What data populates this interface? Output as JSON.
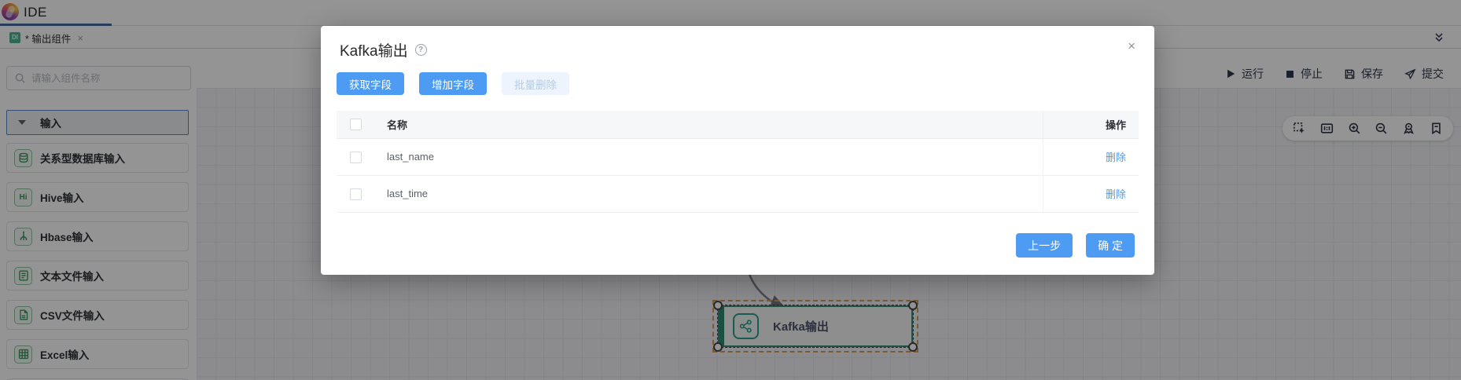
{
  "app": {
    "title": "IDE"
  },
  "tabs": {
    "active": {
      "badge": "DI",
      "label": "* 输出组件",
      "close_icon": "×"
    }
  },
  "run_toolbar": {
    "run": "运行",
    "stop": "停止",
    "save": "保存",
    "submit": "提交"
  },
  "sidebar": {
    "search": {
      "placeholder": "请输入组件名称"
    },
    "section": {
      "label": "输入"
    },
    "items": [
      {
        "label": "关系型数据库输入",
        "icon": "database-icon"
      },
      {
        "label": "Hive输入",
        "icon": "hive-icon",
        "icon_text": "Hi"
      },
      {
        "label": "Hbase输入",
        "icon": "hbase-icon"
      },
      {
        "label": "文本文件输入",
        "icon": "text-file-icon"
      },
      {
        "label": "CSV文件输入",
        "icon": "csv-file-icon"
      },
      {
        "label": "Excel输入",
        "icon": "excel-icon"
      }
    ]
  },
  "canvas": {
    "node": {
      "label": "Kafka输出"
    },
    "tools": [
      "marquee-select-icon",
      "actual-size-icon",
      "zoom-in-icon",
      "zoom-out-icon",
      "locate-icon",
      "bookmark-icon"
    ]
  },
  "modal": {
    "title": "Kafka输出",
    "help_icon": "?",
    "close_icon": "×",
    "actions": {
      "fetch_fields": "获取字段",
      "add_field": "增加字段",
      "batch_delete": "批量删除"
    },
    "table": {
      "name_header": "名称",
      "action_header": "操作",
      "rows": [
        {
          "name": "last_name",
          "action": "删除"
        },
        {
          "name": "last_time",
          "action": "删除"
        }
      ]
    },
    "footer": {
      "prev": "上一步",
      "confirm": "确 定"
    }
  },
  "colors": {
    "primary": "#4d9bf2",
    "node_teal": "#2f9c8a",
    "selection_orange": "#d79b56",
    "sidebar_icon_green": "#3f965e",
    "accent_navy": "#44669e",
    "badge_green": "#4db393"
  }
}
